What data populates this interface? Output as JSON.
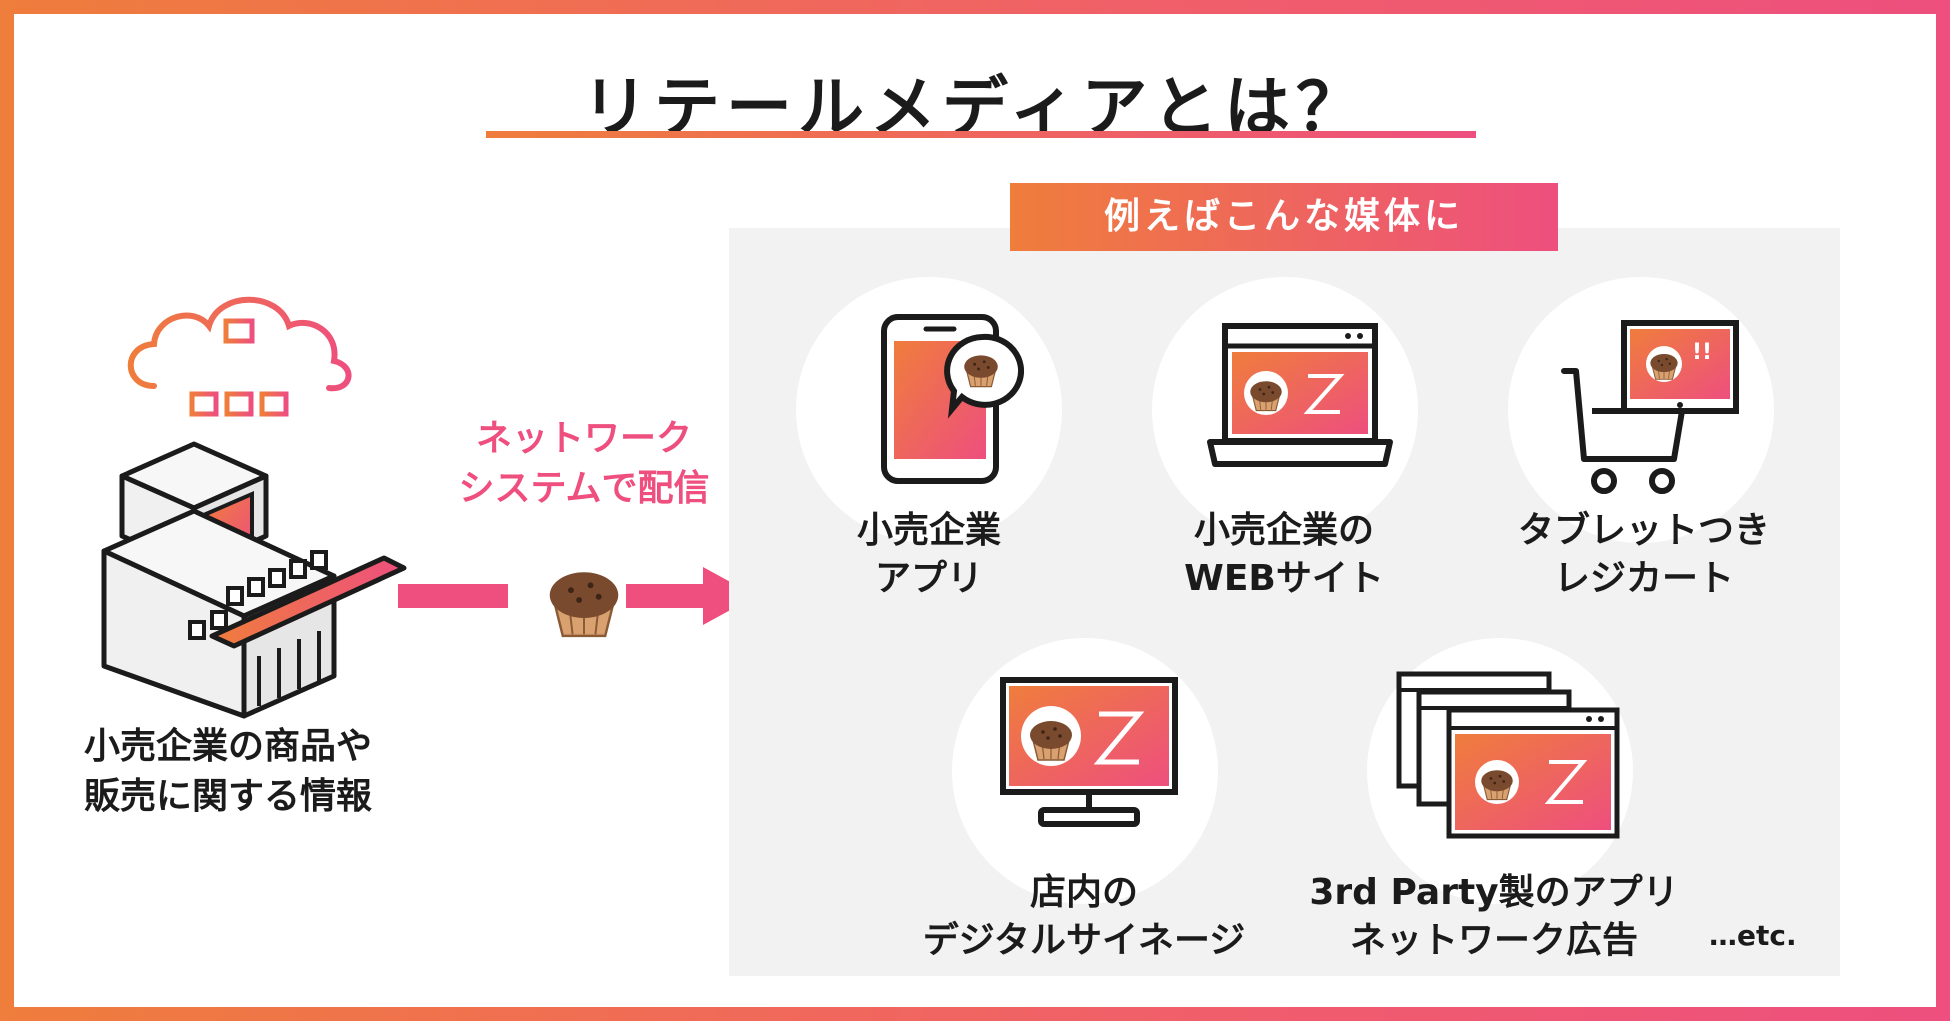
{
  "title": "リテールメディアとは？",
  "banner": "例えばこんな媒体に",
  "source_label": "小売企業の商品や\n販売に関する情報",
  "arrow_label": "ネットワーク\nシステムで配信",
  "media": [
    {
      "icon": "smartphone-app-icon",
      "label": "小売企業\nアプリ"
    },
    {
      "icon": "laptop-website-icon",
      "label": "小売企業の\nWEBサイト"
    },
    {
      "icon": "tablet-cart-icon",
      "label": "タブレットつき\nレジカート"
    },
    {
      "icon": "digital-signage-icon",
      "label": "店内の\nデジタルサイネージ"
    },
    {
      "icon": "browser-windows-icon",
      "label": "3rd Party製のアプリ\nネットワーク広告"
    }
  ],
  "etc_label": "…etc.",
  "colors": {
    "accent_orange": "#ef7d3c",
    "accent_pink": "#ee4f7e",
    "panel_gray": "#f2f2f2",
    "outline": "#1b1b1b"
  }
}
